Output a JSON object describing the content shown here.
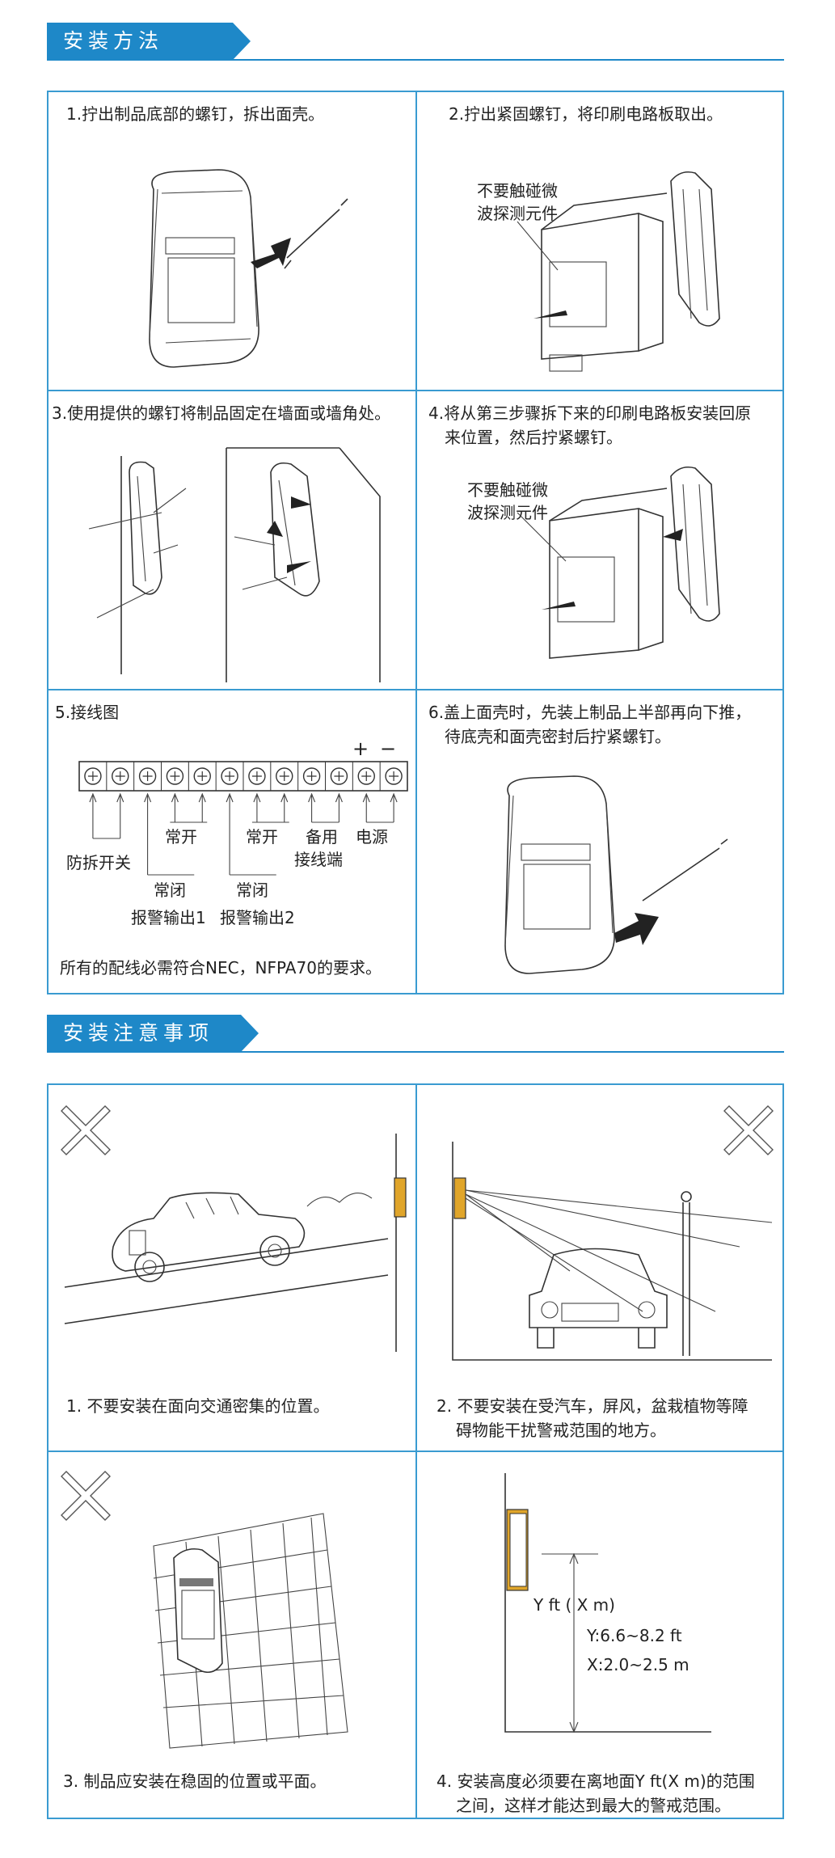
{
  "sections": {
    "install_method": "安装方法",
    "install_notes": "安装注意事项"
  },
  "steps": [
    {
      "text": "1.拧出制品底部的螺钉，拆出面壳。"
    },
    {
      "text": "2.拧出紧固螺钉，将印刷电路板取出。",
      "callout": [
        "不要触碰微",
        "波探测元件"
      ]
    },
    {
      "text": "3.使用提供的螺钉将制品固定在墙面或墙角处。"
    },
    {
      "text": [
        "4.将从第三步骤拆下来的印刷电路板安装回原",
        "来位置，然后拧紧螺钉。"
      ],
      "callout": [
        "不要触碰微",
        "波探测元件"
      ]
    },
    {
      "text": "5.接线图"
    },
    {
      "text": [
        "6.盖上面壳时，先装上制品上半部再向下推，",
        "待底壳和面壳密封后拧紧螺钉。"
      ]
    }
  ],
  "wiring": {
    "plus": "+",
    "minus": "−",
    "labels": {
      "tamper": "防拆开关",
      "no1": "常开",
      "nc1": "常闭",
      "no2": "常开",
      "nc2": "常闭",
      "spare": [
        "备用",
        "接线端"
      ],
      "power": "电源",
      "alarm1": "报警输出1",
      "alarm2": "报警输出2"
    },
    "note": "所有的配线必需符合NEC，NFPA70的要求。"
  },
  "notes": [
    {
      "text": "1. 不要安装在面向交通密集的位置。"
    },
    {
      "text": [
        "2. 不要安装在受汽车，屏风，盆栽植物等障",
        "碍物能干扰警戒范围的地方。"
      ]
    },
    {
      "text": "3. 制品应安装在稳固的位置或平面。"
    },
    {
      "text": [
        "4. 安装高度必须要在离地面Y ft(X m)的范围",
        "之间，这样才能达到最大的警戒范围。"
      ],
      "height": {
        "label": "Y ft ( X m)",
        "y": "Y:6.6~8.2 ft",
        "x": "X:2.0~2.5 m"
      }
    }
  ],
  "colors": {
    "accent": "#1e88c8",
    "border": "#3a9bd1",
    "device_accent": "#e0a52a"
  }
}
